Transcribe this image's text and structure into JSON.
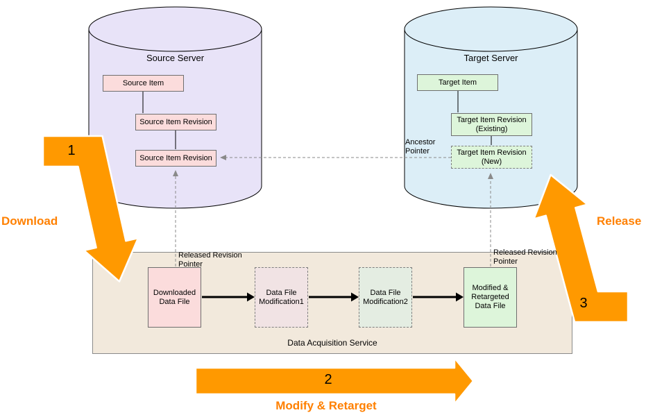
{
  "source_server": {
    "title": "Source Server",
    "item": "Source Item",
    "revision_a": "Source Item Revision",
    "revision_b": "Source Item Revision"
  },
  "target_server": {
    "title": "Target Server",
    "item": "Target Item",
    "revision_existing": "Target Item Revision (Existing)",
    "revision_new": "Target Item Revision (New)"
  },
  "pointers": {
    "ancestor": "Ancestor Pointer",
    "released_left": "Released Revision Pointer",
    "released_right": "Released Revision Pointer"
  },
  "service": {
    "title": "Data Acquisition Service",
    "steps": [
      "Downloaded Data File",
      "Data File Modification1",
      "Data File Modification2",
      "Modified & Retargeted Data File"
    ]
  },
  "flow": {
    "download": {
      "number": "1",
      "label": "Download"
    },
    "modify": {
      "number": "2",
      "label": "Modify & Retarget"
    },
    "release": {
      "number": "3",
      "label": "Release"
    }
  },
  "colors": {
    "arrow_orange": "#FF9900",
    "flow_label_orange": "#FF8000",
    "source_cylinder_fill": "#E8E3F8",
    "target_cylinder_fill": "#DCEEF7",
    "pink_node_fill": "#FBDCDC",
    "green_node_fill": "#DDF5DA",
    "service_box_fill": "#F2E9DC"
  }
}
